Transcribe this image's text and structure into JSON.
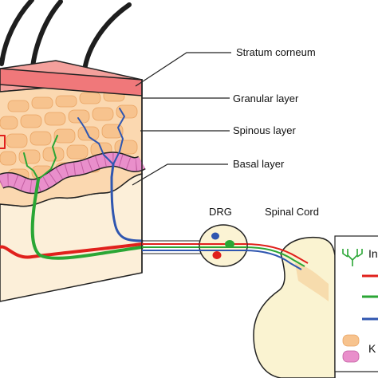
{
  "labels": {
    "stratum_corneum": "Stratum  corneum",
    "granular_layer": "Granular layer",
    "spinous_layer": "Spinous layer",
    "basal_layer": "Basal layer",
    "drg": "DRG",
    "spinal_cord": "Spinal Cord"
  },
  "legend": {
    "innervation_label": "In",
    "keratinocyte_label": "K"
  },
  "colors": {
    "stratum_corneum": "#f0787a",
    "stratum_corneum_top": "#f4a09c",
    "epidermis": "#fbd8b0",
    "cell": "#f7c38e",
    "basal": "#e98fcb",
    "dermis": "#fcefd9",
    "spinal_cord": "#faf3d1",
    "drg_body": "#fbf3d4",
    "red_fiber": "#e0201c",
    "green_fiber": "#2aa635",
    "blue_fiber": "#2f56b0",
    "hair": "#1e1e1e",
    "leader": "#222222"
  }
}
